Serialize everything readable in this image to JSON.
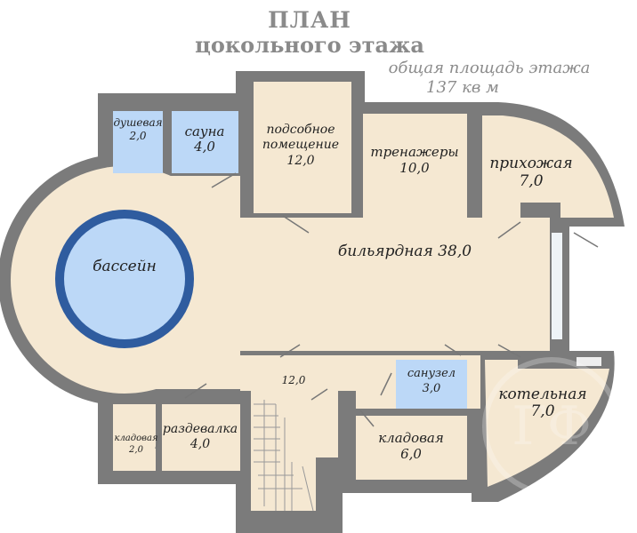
{
  "title": {
    "line1": "ПЛАН",
    "line2": "цокольного этажа"
  },
  "subtitle": {
    "line1": "общая площадь этажа",
    "line2": "137 кв м"
  },
  "rooms": {
    "shower": {
      "name": "душевая",
      "area": "2,0"
    },
    "sauna": {
      "name": "сауна",
      "area": "4,0"
    },
    "utility": {
      "name1": "подсобное",
      "name2": "помещение",
      "area": "12,0"
    },
    "gym": {
      "name": "тренажеры",
      "area": "10,0"
    },
    "hall": {
      "name": "прихожая",
      "area": "7,0"
    },
    "pool": {
      "name": "бассейн"
    },
    "billiard": {
      "label": "бильярдная 38,0"
    },
    "corridor": {
      "area": "12,0"
    },
    "wc": {
      "name": "санузел",
      "area": "3,0"
    },
    "boiler": {
      "name": "котельная",
      "area": "7,0"
    },
    "storage_small": {
      "name": "кладовая",
      "area": "2,0"
    },
    "locker": {
      "name": "раздевалка",
      "area": "4,0"
    },
    "storage": {
      "name": "кладовая",
      "area": "6,0"
    }
  },
  "watermark": "ГФ",
  "colors": {
    "wall": "#7b7b7b",
    "floor": "#f5e8d2",
    "wet": "#bcd8f7",
    "pool": "#2f5c9f"
  }
}
